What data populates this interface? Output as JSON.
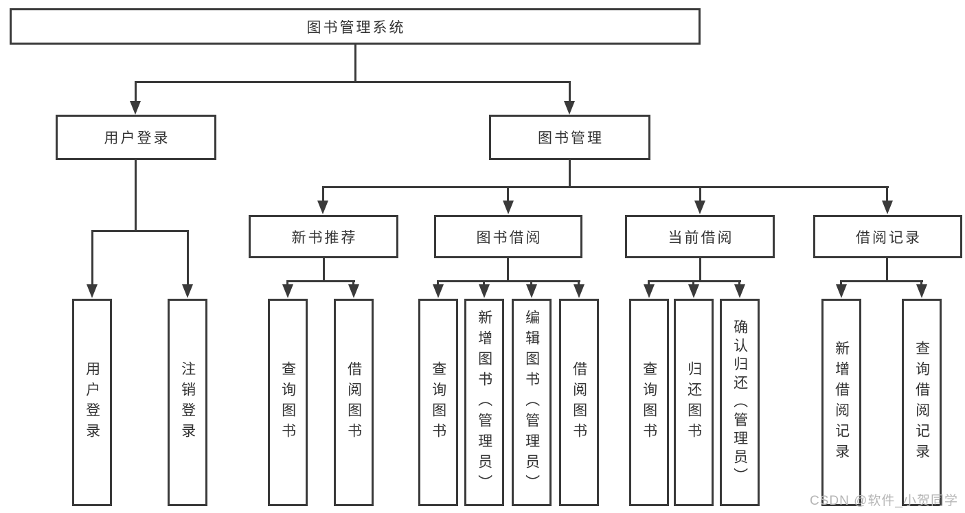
{
  "colors": {
    "line": "#3a3a3a",
    "text": "#333333",
    "watermark_text": "#b5b5b5",
    "background": "#ffffff"
  },
  "tree": {
    "root": {
      "label": "图书管理系统"
    },
    "branches": [
      {
        "label": "用户登录",
        "leaves": [
          {
            "label": "用户登录"
          },
          {
            "label": "注销登录"
          }
        ]
      },
      {
        "label": "图书管理",
        "groups": [
          {
            "label": "新书推荐",
            "leaves": [
              {
                "label": "查询图书"
              },
              {
                "label": "借阅图书"
              }
            ]
          },
          {
            "label": "图书借阅",
            "leaves": [
              {
                "label": "查询图书"
              },
              {
                "label": "新增图书（管理员）"
              },
              {
                "label": "编辑图书（管理员）"
              },
              {
                "label": "借阅图书"
              }
            ]
          },
          {
            "label": "当前借阅",
            "leaves": [
              {
                "label": "查询图书"
              },
              {
                "label": "归还图书"
              },
              {
                "label": "确认归还（管理员）"
              }
            ]
          },
          {
            "label": "借阅记录",
            "leaves": [
              {
                "label": "新增借阅记录"
              },
              {
                "label": "查询借阅记录"
              }
            ]
          }
        ]
      }
    ]
  },
  "watermark": {
    "text": "CSDN @软件_小贺同学"
  }
}
